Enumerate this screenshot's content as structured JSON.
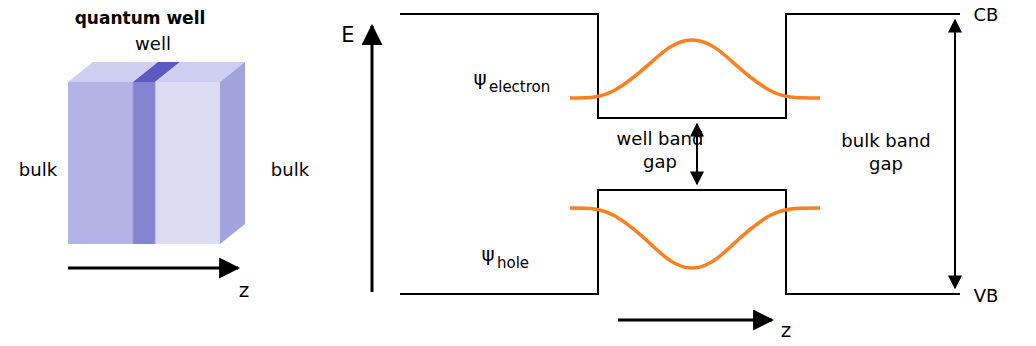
{
  "diagram": {
    "title": "quantum well",
    "labels": [
      "well",
      "bulk",
      "bulk",
      "z",
      "E",
      "ψ",
      "electron",
      "well band gap",
      "ψ",
      "hole",
      "bulk band gap",
      "CB",
      "VB",
      "z"
    ]
  }
}
